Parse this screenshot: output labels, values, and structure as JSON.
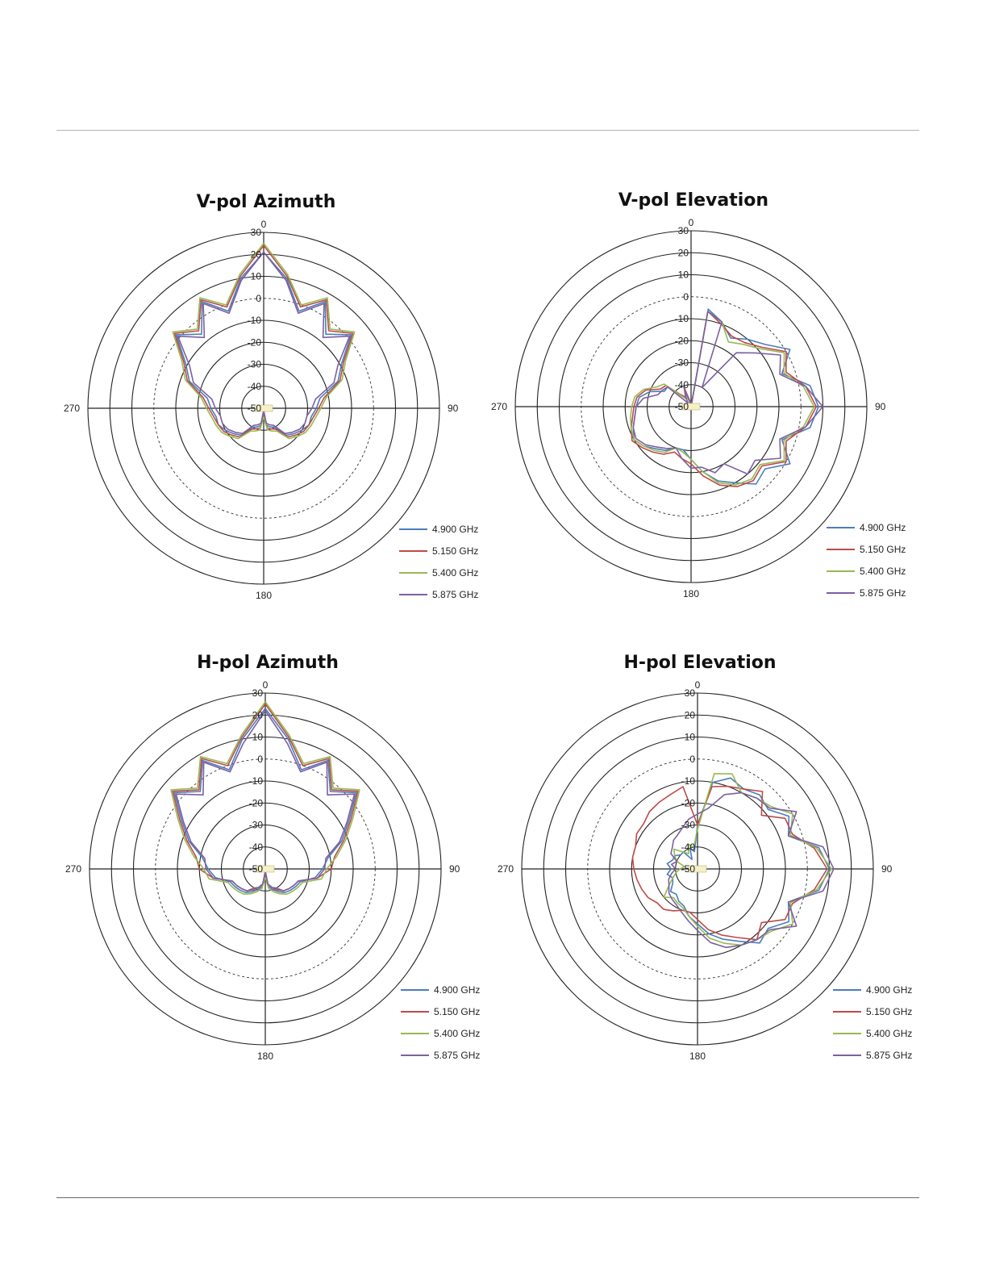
{
  "chart_data": [
    {
      "type": "polar",
      "title": "V-pol Azimuth",
      "r_ticks": [
        "30",
        "20",
        "10",
        "0",
        "-10",
        "-20",
        "-30",
        "-40",
        "-50"
      ],
      "r_range": [
        -50,
        30
      ],
      "angle_labels": [
        "0",
        "90",
        "180",
        "270"
      ],
      "series": [
        {
          "name": "4.900 GHz",
          "color": "#4a7ebb",
          "values": [
            21,
            10,
            -3,
            6,
            -6,
            2,
            -9,
            -14,
            -24,
            -26,
            -28,
            -28,
            -30,
            -32,
            -34,
            -40,
            -41,
            -42,
            -48,
            -42,
            -41,
            -40,
            -34,
            -32,
            -30,
            -28,
            -28,
            -26,
            -24,
            -14,
            -9,
            2,
            -6,
            6,
            -3,
            10
          ]
        },
        {
          "name": "5.150 GHz",
          "color": "#be4b48",
          "values": [
            24,
            11,
            -1,
            7,
            -4,
            3,
            -8,
            -13,
            -22,
            -25,
            -27,
            -28,
            -29,
            -31,
            -33,
            -39,
            -40,
            -41,
            -47,
            -41,
            -40,
            -39,
            -33,
            -31,
            -29,
            -28,
            -27,
            -25,
            -22,
            -13,
            -8,
            3,
            -4,
            7,
            -1,
            11
          ]
        },
        {
          "name": "5.400 GHz",
          "color": "#98b954",
          "values": [
            25,
            12,
            0,
            8,
            -3,
            4,
            -7,
            -12,
            -21,
            -24,
            -26,
            -27,
            -28,
            -30,
            -32,
            -38,
            -39,
            -40,
            -46,
            -40,
            -39,
            -38,
            -32,
            -30,
            -28,
            -27,
            -26,
            -24,
            -21,
            -12,
            -7,
            4,
            -3,
            8,
            0,
            12
          ]
        },
        {
          "name": "5.875 GHz",
          "color": "#7d60a0",
          "values": [
            21,
            9,
            -4,
            5,
            -8,
            1,
            -11,
            -16,
            -26,
            -28,
            -30,
            -30,
            -31,
            -33,
            -35,
            -41,
            -42,
            -43,
            -49,
            -43,
            -42,
            -41,
            -35,
            -33,
            -31,
            -30,
            -30,
            -28,
            -26,
            -16,
            -11,
            1,
            -8,
            5,
            -4,
            9
          ]
        }
      ]
    },
    {
      "type": "polar",
      "title": "V-pol Elevation",
      "r_ticks": [
        "30",
        "20",
        "10",
        "0",
        "-10",
        "-20",
        "-30",
        "-40",
        "-50"
      ],
      "r_range": [
        -50,
        30
      ],
      "angle_labels": [
        "0",
        "90",
        "180",
        "270"
      ],
      "series": [
        {
          "name": "4.900 GHz",
          "color": "#4a7ebb",
          "values": [
            -50,
            -5,
            -9,
            -14,
            -10,
            -6,
            2,
            -6,
            5,
            8,
            5,
            -6,
            2,
            -6,
            -4,
            -10,
            -14,
            -20,
            -26,
            -30,
            -30,
            -27,
            -25,
            -22,
            -20,
            -22,
            -24,
            -25,
            -26,
            -30,
            -36,
            -36,
            -44,
            -46,
            -40,
            -48
          ]
        },
        {
          "name": "5.150 GHz",
          "color": "#be4b48",
          "values": [
            -50,
            -6,
            -10,
            -13,
            -12,
            -8,
            0,
            -4,
            3,
            7,
            3,
            -4,
            0,
            -8,
            -6,
            -8,
            -12,
            -18,
            -24,
            -26,
            -28,
            -25,
            -23,
            -21,
            -19,
            -21,
            -23,
            -24,
            -25,
            -28,
            -34,
            -35,
            -43,
            -45,
            -41,
            -48
          ]
        },
        {
          "name": "5.400 GHz",
          "color": "#98b954",
          "values": [
            -50,
            -6,
            -9,
            -16,
            -13,
            -9,
            -1,
            -5,
            2,
            6,
            2,
            -5,
            -1,
            -9,
            -7,
            -9,
            -13,
            -20,
            -26,
            -29,
            -30,
            -26,
            -24,
            -22,
            -20,
            -21,
            -22,
            -23,
            -24,
            -27,
            -32,
            -34,
            -44,
            -46,
            -42,
            -49
          ]
        },
        {
          "name": "5.875 GHz",
          "color": "#7d60a0",
          "values": [
            -50,
            -6,
            -9,
            -40,
            -18,
            -12,
            -3,
            -7,
            3,
            10,
            3,
            -7,
            -3,
            -12,
            -10,
            -20,
            -18,
            -22,
            -22,
            -26,
            -30,
            -28,
            -26,
            -23,
            -21,
            -22,
            -24,
            -25,
            -28,
            -34,
            -35,
            -36,
            -48,
            -45,
            -42,
            -49
          ]
        }
      ]
    },
    {
      "type": "polar",
      "title": "H-pol Azimuth",
      "r_ticks": [
        "30",
        "20",
        "10",
        "0",
        "-10",
        "-20",
        "-30",
        "-40",
        "-50"
      ],
      "r_range": [
        -50,
        30
      ],
      "angle_labels": [
        "0",
        "90",
        "180",
        "270"
      ],
      "series": [
        {
          "name": "4.900 GHz",
          "color": "#4a7ebb",
          "values": [
            23,
            10,
            -2,
            7,
            -4,
            4,
            -6,
            -13,
            -21,
            -24,
            -27,
            -33,
            -34,
            -35,
            -36,
            -38,
            -40,
            -42,
            -48,
            -42,
            -40,
            -38,
            -36,
            -35,
            -34,
            -33,
            -27,
            -24,
            -21,
            -13,
            -6,
            4,
            -4,
            7,
            -2,
            10
          ]
        },
        {
          "name": "5.150 GHz",
          "color": "#be4b48",
          "values": [
            25,
            11,
            0,
            8,
            -3,
            5,
            -5,
            -12,
            -18,
            -20,
            -26,
            -34,
            -35,
            -36,
            -37,
            -39,
            -41,
            -43,
            -47,
            -43,
            -41,
            -39,
            -37,
            -36,
            -35,
            -34,
            -26,
            -20,
            -18,
            -12,
            -5,
            5,
            -3,
            8,
            0,
            11
          ]
        },
        {
          "name": "5.400 GHz",
          "color": "#98b954",
          "values": [
            26,
            12,
            1,
            9,
            -2,
            6,
            -4,
            -11,
            -17,
            -22,
            -24,
            -32,
            -33,
            -34,
            -35,
            -37,
            -39,
            -41,
            -46,
            -41,
            -39,
            -37,
            -35,
            -34,
            -33,
            -32,
            -24,
            -22,
            -17,
            -11,
            -4,
            6,
            -2,
            9,
            1,
            12
          ]
        },
        {
          "name": "5.875 GHz",
          "color": "#7d60a0",
          "values": [
            22,
            8,
            -3,
            6,
            -6,
            3,
            -7,
            -14,
            -22,
            -23,
            -26,
            -34,
            -35,
            -36,
            -37,
            -40,
            -41,
            -43,
            -49,
            -43,
            -41,
            -40,
            -37,
            -36,
            -35,
            -34,
            -26,
            -23,
            -22,
            -14,
            -7,
            3,
            -6,
            6,
            -3,
            8
          ]
        }
      ]
    },
    {
      "type": "polar",
      "title": "H-pol Elevation",
      "r_ticks": [
        "30",
        "20",
        "10",
        "0",
        "-10",
        "-20",
        "-30",
        "-40",
        "-50"
      ],
      "r_range": [
        -50,
        30
      ],
      "angle_labels": [
        "0",
        "90",
        "180",
        "270"
      ],
      "series": [
        {
          "name": "4.900 GHz",
          "color": "#4a7ebb",
          "values": [
            -30,
            -10,
            -6,
            -8,
            -6,
            -8,
            -2,
            -6,
            6,
            10,
            6,
            -6,
            -2,
            -8,
            -6,
            -12,
            -16,
            -20,
            -25,
            -28,
            -32,
            -33,
            -35,
            -34,
            -37,
            -38,
            -36,
            -38,
            -36,
            -38,
            -38,
            -40,
            -40,
            -45,
            -40,
            -42
          ]
        },
        {
          "name": "5.150 GHz",
          "color": "#be4b48",
          "values": [
            -30,
            -12,
            -10,
            -8,
            -4,
            -12,
            -4,
            -4,
            4,
            9,
            4,
            -4,
            -4,
            -12,
            -8,
            -14,
            -18,
            -22,
            -27,
            -30,
            -30,
            -28,
            -26,
            -26,
            -24,
            -23,
            -22,
            -21,
            -20,
            -20,
            -18,
            -18,
            -16,
            -15,
            -14,
            -12
          ]
        },
        {
          "name": "5.400 GHz",
          "color": "#98b954",
          "values": [
            -32,
            -6,
            -4,
            -10,
            -8,
            -6,
            0,
            -5,
            5,
            11,
            5,
            -5,
            0,
            -6,
            -8,
            -10,
            -14,
            -18,
            -24,
            -28,
            -31,
            -32,
            -33,
            -30,
            -35,
            -38,
            -40,
            -42,
            -44,
            -40,
            -38,
            -36,
            -40,
            -42,
            -38,
            -40
          ]
        },
        {
          "name": "5.875 GHz",
          "color": "#7d60a0",
          "values": [
            -25,
            -22,
            -14,
            -10,
            -8,
            -7,
            2,
            -6,
            8,
            12,
            8,
            -6,
            2,
            -7,
            -8,
            -10,
            -12,
            -16,
            -22,
            -26,
            -29,
            -31,
            -32,
            -33,
            -35,
            -36,
            -38,
            -40,
            -38,
            -40,
            -36,
            -35,
            -33,
            -32,
            -30,
            -27
          ]
        }
      ]
    }
  ]
}
